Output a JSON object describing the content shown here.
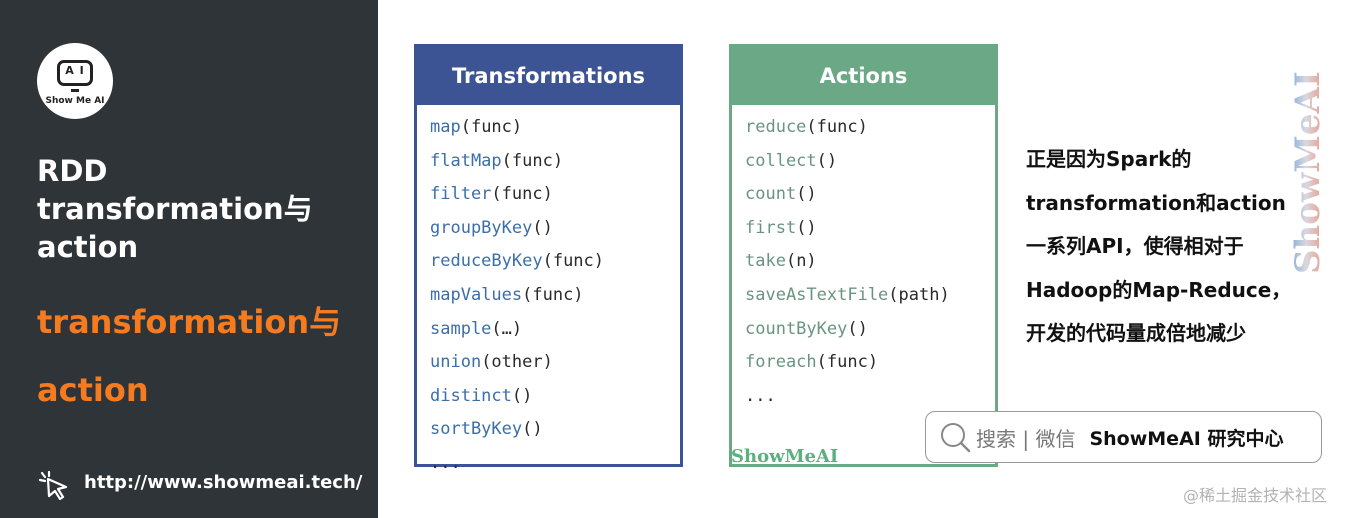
{
  "logo": {
    "face_text": "A I",
    "brand_text": "Show Me AI"
  },
  "sidebar": {
    "title": "RDD transformation与action",
    "subtitle": "transformation与action",
    "url": "http://www.showmeai.tech/"
  },
  "transformations": {
    "header": "Transformations",
    "items": [
      {
        "fn": "map",
        "args": "(func)"
      },
      {
        "fn": "flatMap",
        "args": "(func)"
      },
      {
        "fn": "filter",
        "args": "(func)"
      },
      {
        "fn": "groupByKey",
        "args": "()"
      },
      {
        "fn": "reduceByKey",
        "args": "(func)"
      },
      {
        "fn": "mapValues",
        "args": "(func)"
      },
      {
        "fn": "sample",
        "args": "(…)"
      },
      {
        "fn": "union",
        "args": "(other)"
      },
      {
        "fn": "distinct",
        "args": "()"
      },
      {
        "fn": "sortByKey",
        "args": "()"
      },
      {
        "fn": "",
        "args": "..."
      }
    ]
  },
  "actions": {
    "header": "Actions",
    "items": [
      {
        "fn": "reduce",
        "args": "(func)"
      },
      {
        "fn": "collect",
        "args": "()"
      },
      {
        "fn": "count",
        "args": "()"
      },
      {
        "fn": "first",
        "args": "()"
      },
      {
        "fn": "take",
        "args": "(n)"
      },
      {
        "fn": "saveAsTextFile",
        "args": "(path)"
      },
      {
        "fn": "countByKey",
        "args": "()"
      },
      {
        "fn": "foreach",
        "args": "(func)"
      },
      {
        "fn": "",
        "args": "..."
      }
    ],
    "watermark": "ShowMeAI"
  },
  "description": "正是因为Spark的transformation和action一系列API，使得相对于Hadoop的Map-Reduce，开发的代码量成倍地减少",
  "vertical_watermark": "ShowMeAI",
  "search": {
    "hint": "搜索 | 微信",
    "brand": "ShowMeAI 研究中心"
  },
  "juejin_watermark": "@稀土掘金技术社区",
  "colors": {
    "sidebar_bg": "#2f3438",
    "accent_orange": "#f47b20",
    "transformations_blue": "#3d5494",
    "actions_green": "#6aa886"
  }
}
